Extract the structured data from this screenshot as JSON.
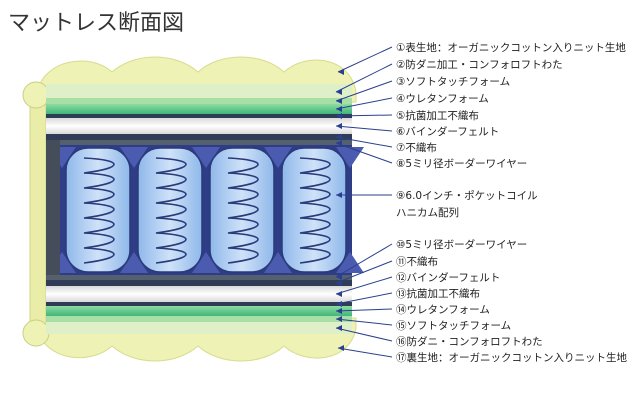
{
  "title": "マットレス断面図",
  "top_labels": [
    "①表生地：オーガニックコットン入りニット生地",
    "②防ダニ加工・コンフォロフトわた",
    "③ソフトタッチフォーム",
    "④ウレタンフォーム",
    "⑤抗菌加工不織布",
    "⑥バインダーフェルト",
    "⑦不織布",
    "⑧5ミリ径ボーダーワイヤー"
  ],
  "spring_label": [
    "⑨6.0インチ・ポケットコイル",
    "ハニカム配列"
  ],
  "bottom_labels": [
    "⑩5ミリ径ボーダーワイヤー",
    "⑪不織布",
    "⑫バインダーフェルト",
    "⑬抗菌加工不織布",
    "⑭ウレタンフォーム",
    "⑮ソフトタッチフォーム",
    "⑯防ダニ・コンフォロフトわた",
    "⑰裏生地：オーガニックコットン入りニット生地"
  ],
  "colors": {
    "quilt": "#eef2b4",
    "green_layer": "#3fb57a",
    "light_green": "#a8dfa6",
    "felt": "#2f3b57",
    "spring_bg": "#2e3d86",
    "coil_fill": "#a7c9ef",
    "coil_line": "#2a3a7a",
    "leader": "#2a3f8f"
  }
}
